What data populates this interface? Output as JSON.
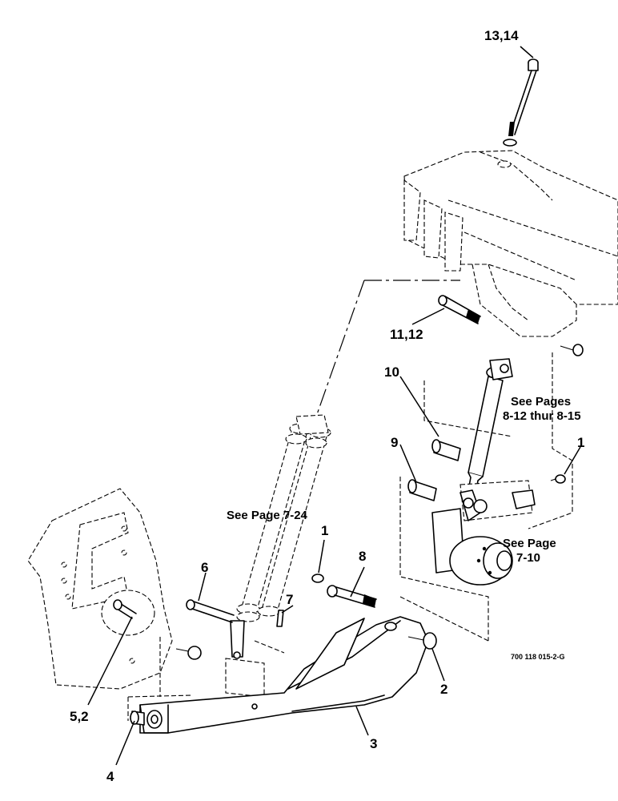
{
  "diagram": {
    "callouts": [
      {
        "id": "c1314",
        "label": "13,14"
      },
      {
        "id": "c1112",
        "label": "11,12"
      },
      {
        "id": "c10",
        "label": "10"
      },
      {
        "id": "c9",
        "label": "9"
      },
      {
        "id": "c1r",
        "label": "1"
      },
      {
        "id": "c1m",
        "label": "1"
      },
      {
        "id": "c8",
        "label": "8"
      },
      {
        "id": "c6",
        "label": "6"
      },
      {
        "id": "c7",
        "label": "7"
      },
      {
        "id": "c2",
        "label": "2"
      },
      {
        "id": "c52",
        "label": "5,2"
      },
      {
        "id": "c3",
        "label": "3"
      },
      {
        "id": "c4",
        "label": "4"
      }
    ],
    "notes": {
      "see_pages_line1": "See Pages",
      "see_pages_line2": "8-12 thur 8-15",
      "see_page_cyl": "See Page 7-24",
      "see_page_hub_line1": "See Page",
      "see_page_hub_line2": "7-10"
    },
    "part_number": "700 118 015-2-G"
  }
}
